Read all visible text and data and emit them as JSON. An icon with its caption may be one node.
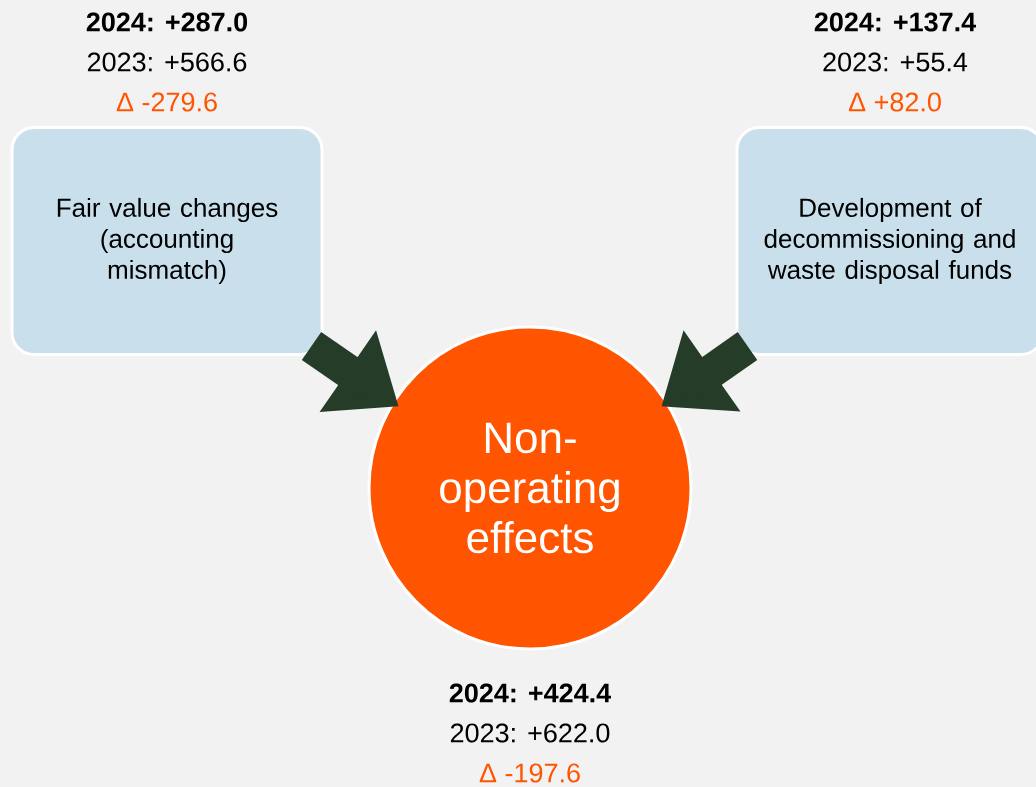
{
  "diagram": {
    "nodes": [
      {
        "text": [
          "Fair value changes (accounting mismatch)"
        ],
        "beside": [
          "2024: +287.0",
          "2023: +566.6",
          "Δ -279.6"
        ]
      },
      {
        "text": [
          "Development of decommissioning and waste disposal funds"
        ],
        "beside": [
          "2024: +137.4",
          "2023: +55.4",
          "Δ +82.0"
        ]
      },
      {
        "text": [
          "Non-operating effects"
        ],
        "beside": [
          "2024: +424.4",
          "2023: +622.0",
          "Δ -197.6"
        ]
      }
    ],
    "edges": [
      {
        "from": 0,
        "to": 2,
        "arrow": "to"
      },
      {
        "from": 1,
        "to": 2,
        "arrow": "to"
      }
    ]
  }
}
